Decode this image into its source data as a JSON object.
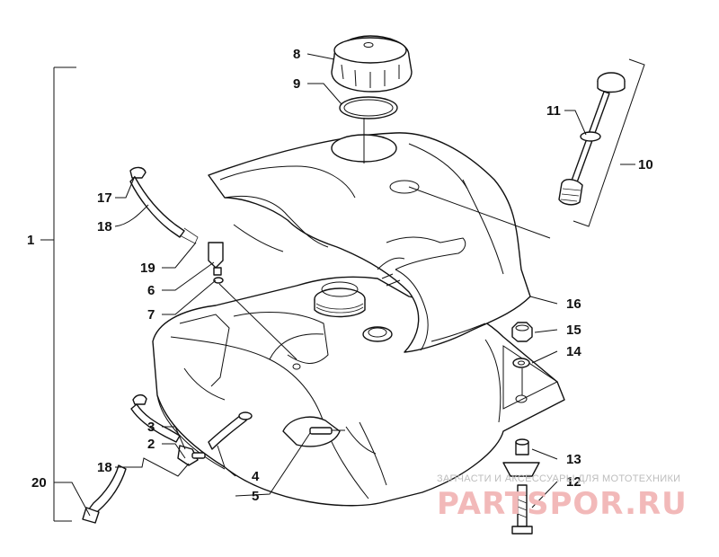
{
  "callouts": [
    {
      "id": "1",
      "text": "1"
    },
    {
      "id": "2",
      "text": "2"
    },
    {
      "id": "3",
      "text": "3"
    },
    {
      "id": "4",
      "text": "4"
    },
    {
      "id": "5",
      "text": "5"
    },
    {
      "id": "6",
      "text": "6"
    },
    {
      "id": "7",
      "text": "7"
    },
    {
      "id": "8",
      "text": "8"
    },
    {
      "id": "9",
      "text": "9"
    },
    {
      "id": "10",
      "text": "10"
    },
    {
      "id": "11",
      "text": "11"
    },
    {
      "id": "12",
      "text": "12"
    },
    {
      "id": "13",
      "text": "13"
    },
    {
      "id": "14",
      "text": "14"
    },
    {
      "id": "15",
      "text": "15"
    },
    {
      "id": "16",
      "text": "16"
    },
    {
      "id": "17",
      "text": "17"
    },
    {
      "id": "18a",
      "text": "18"
    },
    {
      "id": "18b",
      "text": "18"
    },
    {
      "id": "19",
      "text": "19"
    },
    {
      "id": "20",
      "text": "20"
    }
  ],
  "watermark": {
    "tagline": "ЗАПЧАСТИ И АКСЕССУАРЫ ДЛЯ МОТОТЕХНИКИ",
    "brand": "PARTSPOR.RU",
    "color": "#e57373"
  }
}
